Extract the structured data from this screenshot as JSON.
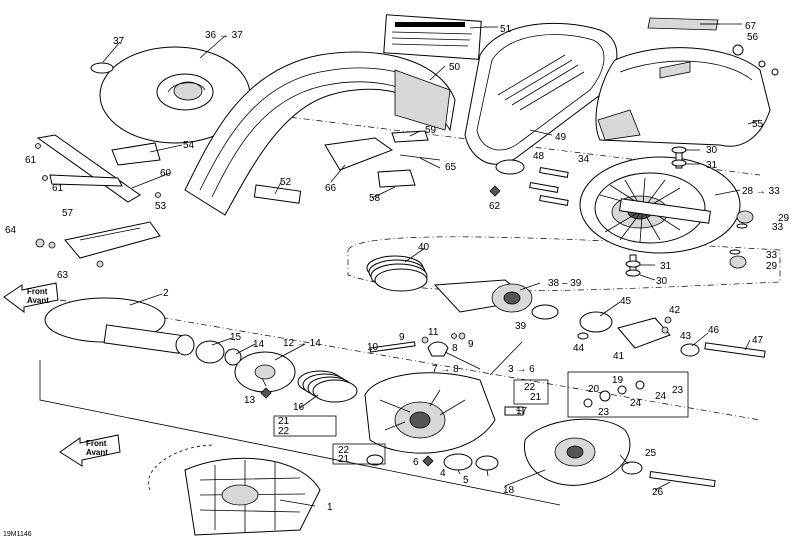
{
  "diagram": {
    "drawing_code": "19M1146",
    "front_label_1": "Front",
    "front_label_2": "Avant",
    "callouts": {
      "c1": "1",
      "c2": "2",
      "c3_6": "3 → 6",
      "c4": "4",
      "c5": "5",
      "c6": "6",
      "c7_8": "7 → 8",
      "c8": "8",
      "c9a": "9",
      "c9b": "9",
      "c10": "10",
      "c11": "11",
      "c12_14": "12 → 14",
      "c13": "13",
      "c14": "14",
      "c15": "15",
      "c16": "16",
      "c17": "17",
      "c18": "18",
      "c19": "19",
      "c20": "20",
      "c21a": "21",
      "c21b": "21",
      "c21c": "21",
      "c22a": "22",
      "c22b": "22",
      "c22c": "22",
      "c23a": "23",
      "c23b": "23",
      "c24a": "24",
      "c24b": "24",
      "c25": "25",
      "c26": "26",
      "c28_33": "28 → 33",
      "c29a": "29",
      "c29b": "29",
      "c30a": "30",
      "c30b": "30",
      "c31a": "31",
      "c31b": "31",
      "c33a": "33",
      "c33b": "33",
      "c34": "34",
      "c36_37": "36 → 37",
      "c37": "37",
      "c38_39": "38 – 39",
      "c39": "39",
      "c40": "40",
      "c41": "41",
      "c42": "42",
      "c43": "43",
      "c44": "44",
      "c45": "45",
      "c46": "46",
      "c47": "47",
      "c48": "48",
      "c49": "49",
      "c50": "50",
      "c51": "51",
      "c52": "52",
      "c53": "53",
      "c54": "54",
      "c55": "55",
      "c56": "56",
      "c57": "57",
      "c58": "58",
      "c59": "59",
      "c60": "60",
      "c61a": "61",
      "c61b": "61",
      "c62": "62",
      "c63": "63",
      "c64": "64",
      "c65": "65",
      "c66": "66",
      "c67": "67"
    }
  }
}
